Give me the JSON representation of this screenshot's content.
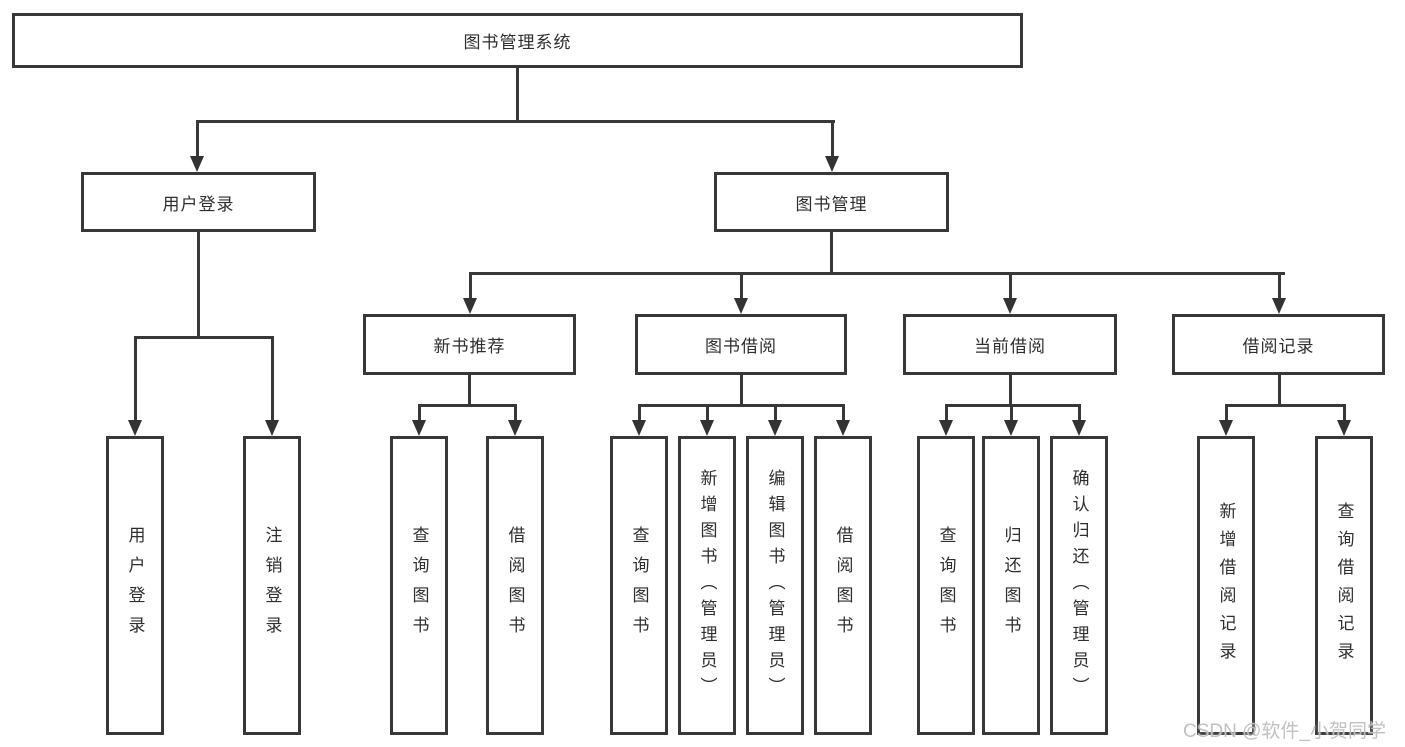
{
  "diagram": {
    "tree": {
      "label": "图书管理系统",
      "children": [
        {
          "label": "用户登录",
          "children": [
            {
              "label": "用户登录"
            },
            {
              "label": "注销登录"
            }
          ]
        },
        {
          "label": "图书管理",
          "children": [
            {
              "label": "新书推荐",
              "children": [
                {
                  "label": "查询图书"
                },
                {
                  "label": "借阅图书"
                }
              ]
            },
            {
              "label": "图书借阅",
              "children": [
                {
                  "label": "查询图书"
                },
                {
                  "label": "新增图书（管理员）"
                },
                {
                  "label": "编辑图书（管理员）"
                },
                {
                  "label": "借阅图书"
                }
              ]
            },
            {
              "label": "当前借阅",
              "children": [
                {
                  "label": "查询图书"
                },
                {
                  "label": "归还图书"
                },
                {
                  "label": "确认归还（管理员）"
                }
              ]
            },
            {
              "label": "借阅记录",
              "children": [
                {
                  "label": "新增借阅记录"
                },
                {
                  "label": "查询借阅记录"
                }
              ]
            }
          ]
        }
      ]
    },
    "watermark": "CSDN @软件_小贺同学",
    "colors": {
      "line": "#383838",
      "box_border": "#383838",
      "box_fill": "#ffffff",
      "text": "#2e2e2e",
      "watermark": "#bebebe"
    }
  }
}
